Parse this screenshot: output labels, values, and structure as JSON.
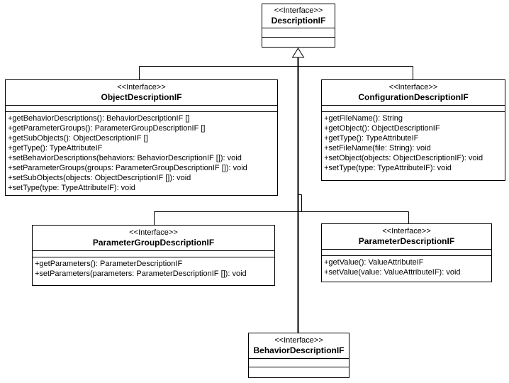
{
  "colors": {
    "line": "#000000",
    "box_fill": "#ffffff",
    "text": "#000000",
    "background": "#ffffff"
  },
  "classes": [
    {
      "id": "description",
      "stereotype": "<<Interface>>",
      "name": "DescriptionIF",
      "attributes": [],
      "methods": []
    },
    {
      "id": "object",
      "stereotype": "<<Interface>>",
      "name": "ObjectDescriptionIF",
      "attributes": [],
      "methods": [
        "+getBehaviorDescriptions(): BehaviorDescriptionIF []",
        "+getParameterGroups(): ParameterGroupDescriptionIF []",
        "+getSubObjects(): ObjectDescriptionIF []",
        "+getType(): TypeAttributeIF",
        "+setBehaviorDescriptions(behaviors: BehaviorDescriptionIF []): void",
        "+setParameterGroups(groups: ParameterGroupDescriptionIF []): void",
        "+setSubObjects(objects: ObjectDescriptionIF []): void",
        "+setType(type: TypeAttributeIF): void"
      ]
    },
    {
      "id": "configuration",
      "stereotype": "<<Interface>>",
      "name": "ConfigurationDescriptionIF",
      "attributes": [],
      "methods": [
        "+getFileName(): String",
        "+getObject(): ObjectDescriptionIF",
        "+getType(): TypeAttributeIF",
        "+setFileName(file: String): void",
        "+setObject(objects: ObjectDescriptionIF): void",
        "+setType(type: TypeAttributeIF): void"
      ]
    },
    {
      "id": "parametergroup",
      "stereotype": "<<Interface>>",
      "name": "ParameterGroupDescriptionIF",
      "attributes": [],
      "methods": [
        "+getParameters(): ParameterDescriptionIF",
        "+setParameters(parameters: ParameterDescriptionIF []): void"
      ]
    },
    {
      "id": "parameter",
      "stereotype": "<<Interface>>",
      "name": "ParameterDescriptionIF",
      "attributes": [],
      "methods": [
        "+getValue(): ValueAttributeIF",
        "+setValue(value: ValueAttributeIF): void"
      ]
    },
    {
      "id": "behavior",
      "stereotype": "<<Interface>>",
      "name": "BehaviorDescriptionIF",
      "attributes": [],
      "methods": []
    }
  ],
  "relationships": {
    "type": "generalization",
    "parent": "DescriptionIF",
    "children": [
      "ObjectDescriptionIF",
      "ConfigurationDescriptionIF",
      "ParameterGroupDescriptionIF",
      "ParameterDescriptionIF",
      "BehaviorDescriptionIF"
    ]
  }
}
